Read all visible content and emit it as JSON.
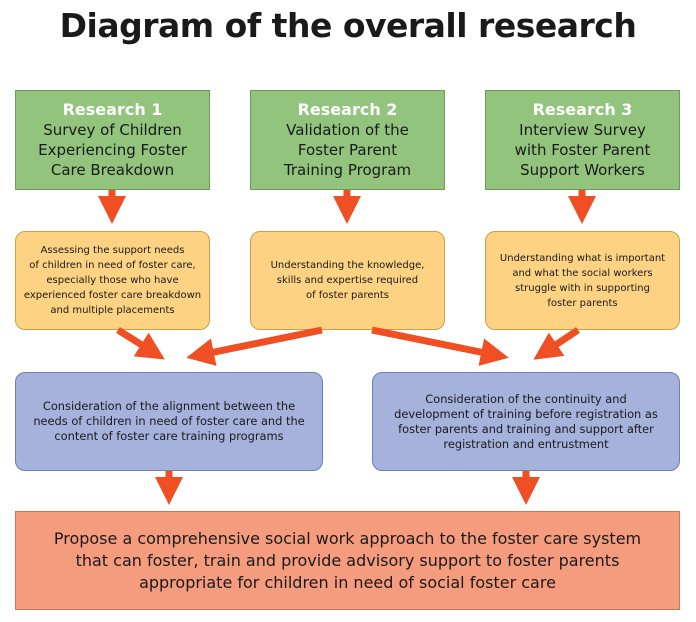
{
  "title": "Diagram of the overall research",
  "research": [
    {
      "head": "Research 1",
      "sub": "Survey of Children\nExperiencing Foster\nCare Breakdown"
    },
    {
      "head": "Research 2",
      "sub": "Validation of the\nFoster Parent\nTraining Program"
    },
    {
      "head": "Research 3",
      "sub": "Interview Survey\nwith Foster Parent\nSupport Workers"
    }
  ],
  "goals": [
    "Assessing the support needs\nof children in need of foster care,\nespecially those who have\nexperienced foster care breakdown\nand multiple placements",
    "Understanding the knowledge,\nskills and expertise required\nof foster parents",
    "Understanding what is important\nand what the social workers\nstruggle with in supporting\nfoster parents"
  ],
  "considerations": [
    "Consideration of the alignment between the\nneeds of children in need of foster care and the\ncontent of foster care training programs",
    "Consideration of the continuity and\ndevelopment of training before registration as\nfoster parents and training and support after\nregistration and entrustment"
  ],
  "proposal": "Propose a comprehensive social work approach to the foster care system\nthat can foster, train and provide advisory support to foster parents\nappropriate for children in need of social foster care",
  "colors": {
    "research": "#93c47d",
    "goal": "#fdd283",
    "consideration": "#a4b2dc",
    "proposal": "#f59b7e",
    "arrow": "#f04e23"
  }
}
